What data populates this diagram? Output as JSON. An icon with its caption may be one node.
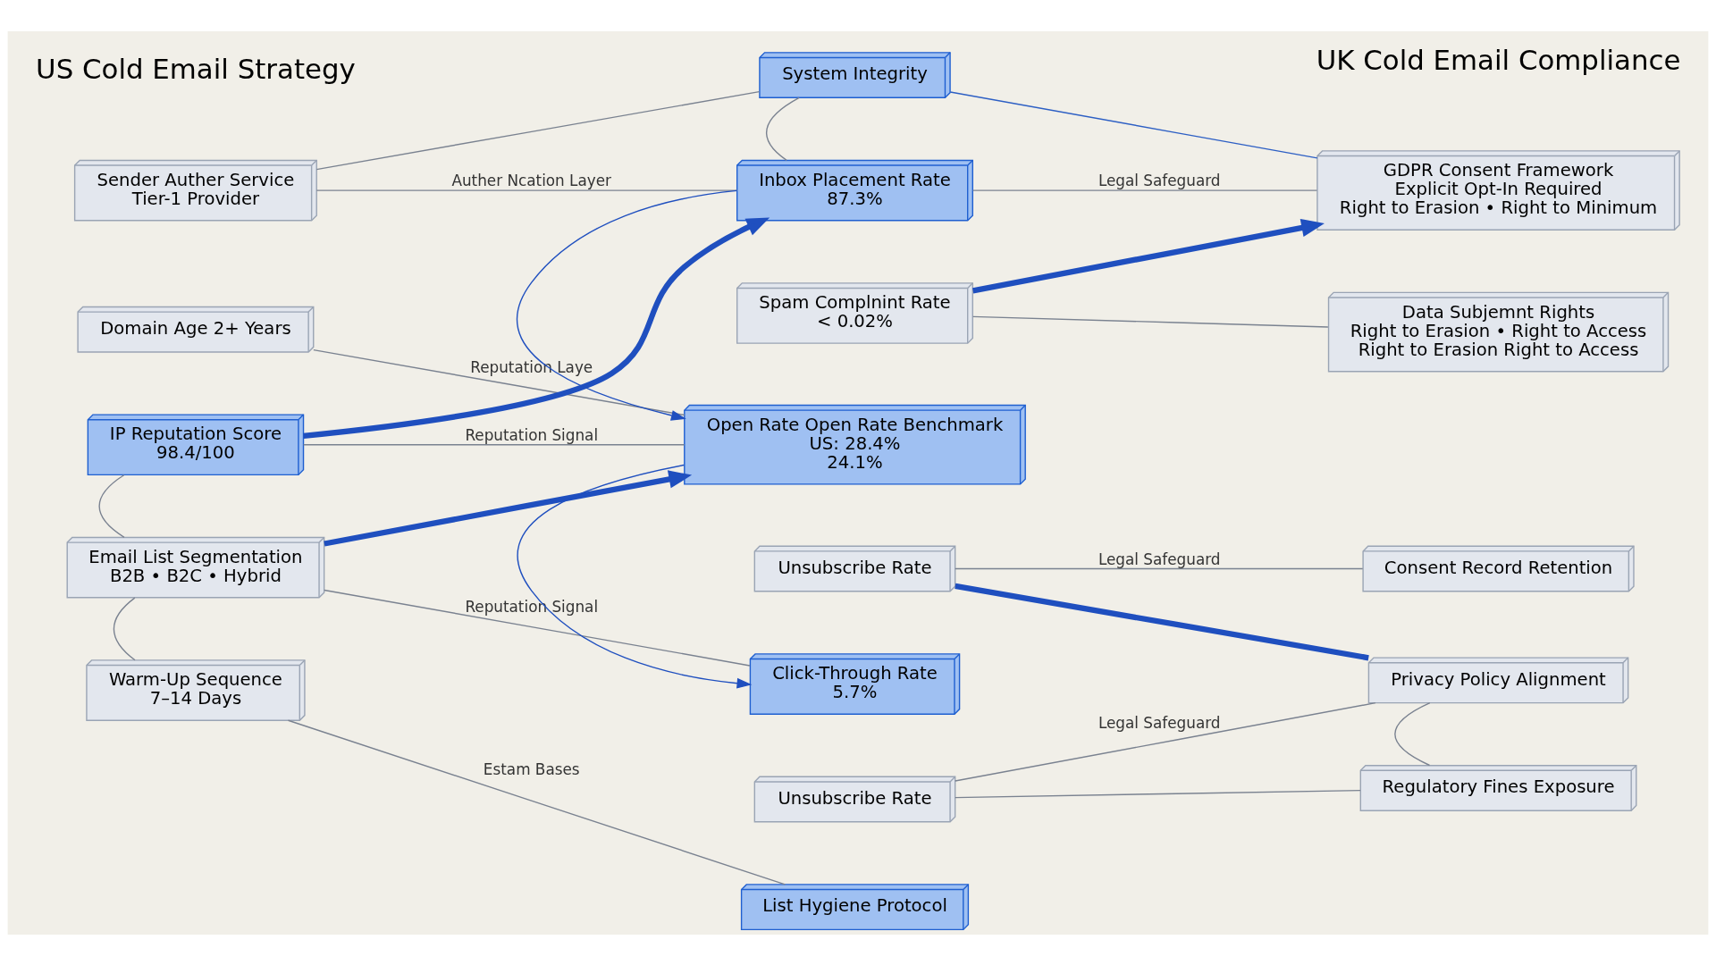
{
  "diagram": {
    "nodes": [
      {
        "text": [
          "Sender Auther Service",
          "Tier-1 Provider"
        ]
      },
      {
        "text": [
          "Domain Age 2+ Years"
        ]
      },
      {
        "text": [
          "IP Reputation Score",
          "98.4/100"
        ]
      },
      {
        "text": [
          "Email List Segmentation",
          "B2B • B2C • Hybrid"
        ]
      },
      {
        "text": [
          "Warm-Up Sequence",
          "7–14 Days"
        ]
      },
      {
        "text": [
          "System Integrity"
        ]
      },
      {
        "text": [
          "Inbox Placement Rate",
          "87.3%"
        ]
      },
      {
        "text": [
          "Spam Complnint Rate",
          "< 0.02%"
        ]
      },
      {
        "text": [
          "Open Rate Open Rate Benchmark",
          "US: 28.4%",
          "24.1%"
        ]
      },
      {
        "text": [
          "Unsubscribe Rate"
        ]
      },
      {
        "text": [
          "Click-Through Rate",
          "5.7%"
        ]
      },
      {
        "text": [
          "Unsubscribe Rate"
        ]
      },
      {
        "text": [
          "List Hygiene Protocol"
        ]
      },
      {
        "text": [
          "GDPR Consent Framework",
          "Explicit Opt-In Required",
          "Right to Erasion • Right to Minimum"
        ]
      },
      {
        "text": [
          "Data Subjemnt Rights",
          "Right to Erasion • Right to Access",
          "Right to Erasion Right to Access"
        ]
      },
      {
        "text": [
          "Consent Record Retention"
        ]
      },
      {
        "text": [
          "Privacy Policy Alignment"
        ]
      },
      {
        "text": [
          "Regulatory Fines Exposure"
        ]
      }
    ],
    "edges": [
      {
        "from": 0,
        "to": 5,
        "arrow": "none"
      },
      {
        "from": 0,
        "to": 6,
        "arrow": "none",
        "label": "Auther Ncation Layer"
      },
      {
        "from": 5,
        "to": 13,
        "arrow": "none",
        "color": "#2d5fc4"
      },
      {
        "from": 6,
        "to": 13,
        "arrow": "none",
        "label": "Legal Safeguard"
      },
      {
        "from": 5,
        "to": 6,
        "arrow": "none"
      },
      {
        "from": 1,
        "to": 8,
        "arrow": "none",
        "label": "Reputation Laye"
      },
      {
        "from": 2,
        "to": 6,
        "arrow": "to",
        "style": "thick",
        "color": "#1f4fbf"
      },
      {
        "from": 2,
        "to": 8,
        "arrow": "none",
        "label": "Reputation Signal"
      },
      {
        "from": 3,
        "to": 8,
        "arrow": "to",
        "style": "thick",
        "color": "#1f4fbf"
      },
      {
        "from": 3,
        "to": 10,
        "arrow": "none",
        "label": "Reputation Signal"
      },
      {
        "from": 6,
        "to": 8,
        "arrow": "to",
        "color": "#1f4fbf"
      },
      {
        "from": 8,
        "to": 10,
        "arrow": "to",
        "color": "#1f4fbf"
      },
      {
        "from": 7,
        "to": 13,
        "arrow": "to",
        "style": "thick",
        "color": "#1f4fbf"
      },
      {
        "from": 7,
        "to": 14,
        "arrow": "none"
      },
      {
        "from": 9,
        "to": 15,
        "arrow": "none",
        "label": "Legal Safeguard"
      },
      {
        "from": 9,
        "to": 16,
        "arrow": "none",
        "style": "thick",
        "color": "#1f4fbf"
      },
      {
        "from": 11,
        "to": 16,
        "arrow": "none",
        "label": "Legal Safeguard"
      },
      {
        "from": 11,
        "to": 17,
        "arrow": "none"
      },
      {
        "from": 2,
        "to": 3,
        "arrow": "none"
      },
      {
        "from": 3,
        "to": 4,
        "arrow": "none"
      },
      {
        "from": 16,
        "to": 17,
        "arrow": "none"
      },
      {
        "from": 4,
        "to": 12,
        "arrow": "none",
        "label": "Estam Bases"
      }
    ],
    "labels": [
      "US Cold Email Strategy",
      "UK Cold Email Compliance"
    ]
  }
}
